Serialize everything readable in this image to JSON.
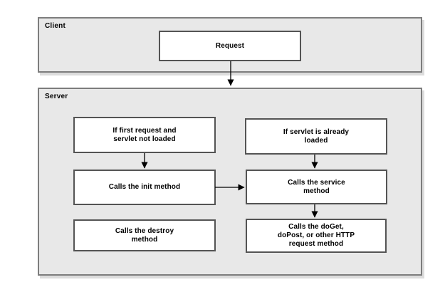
{
  "client": {
    "label": "Client",
    "request": "Request"
  },
  "server": {
    "label": "Server",
    "nodes": {
      "first_request": "If first request and\nservlet not loaded",
      "already_loaded": "If servlet is already\nloaded",
      "init": "Calls the init method",
      "service": "Calls the service\nmethod",
      "destroy": "Calls the destroy\nmethod",
      "doget": "Calls the doGet,\ndoPost, or other HTTP\nrequest method"
    }
  },
  "colors": {
    "group_fill": "#e8e8e8",
    "group_border": "#7d7d7d",
    "node_fill": "#ffffff",
    "node_border": "#545454",
    "arrow": "#000000",
    "text": "#000000",
    "background": "#ffffff"
  }
}
